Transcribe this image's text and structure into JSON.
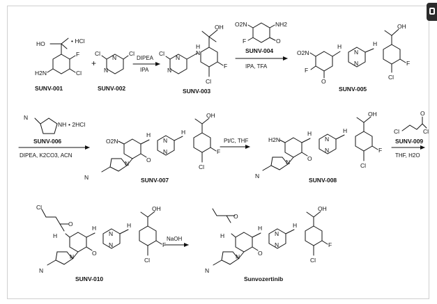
{
  "compounds": {
    "c001": "SUNV-001",
    "c002": "SUNV-002",
    "c003": "SUNV-003",
    "c004": "SUNV-004",
    "c005": "SUNV-005",
    "c006": "SUNV-006",
    "c007": "SUNV-007",
    "c008": "SUNV-008",
    "c009": "SUNV-009",
    "c010": "SUNV-010",
    "final": "Sunvozertinib"
  },
  "reagents": {
    "step1_top": "DIPEA",
    "step1_bottom": "IPA",
    "step2_bottom": "IPA, TFA",
    "step3_bottom": "DIPEA, K2CO3, ACN",
    "step4_top": "Pt/C, THF",
    "step5_bottom": "THF, H2O",
    "step6_top": "NaOH"
  },
  "atoms": {
    "HO": "HO",
    "OH": "OH",
    "HCl_dot": "• HCl",
    "HCl2_dot": "• 2HCl",
    "F": "F",
    "Cl": "Cl",
    "N": "N",
    "H": "H",
    "NH": "NH",
    "H2N": "H2N",
    "NH2": "NH2",
    "O2N": "O2N",
    "O": "O",
    "plus": "+"
  }
}
